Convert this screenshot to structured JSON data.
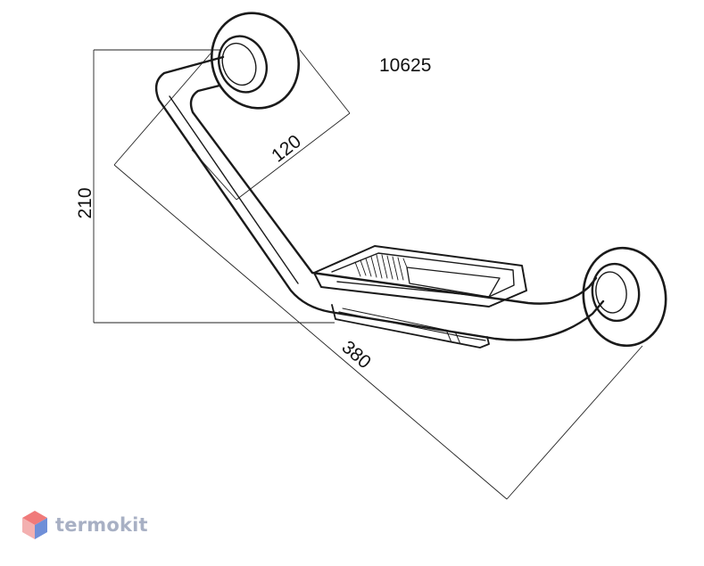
{
  "drawing": {
    "model_number": "10625",
    "dimensions": {
      "height": "210",
      "flange_offset": "120",
      "length": "380"
    }
  },
  "watermark": {
    "brand": "termokit",
    "colors": {
      "text": "#a8b0c4",
      "hex_top": "#f07a7a",
      "hex_left": "#f3b0b0",
      "hex_right": "#6f8fd8"
    }
  }
}
